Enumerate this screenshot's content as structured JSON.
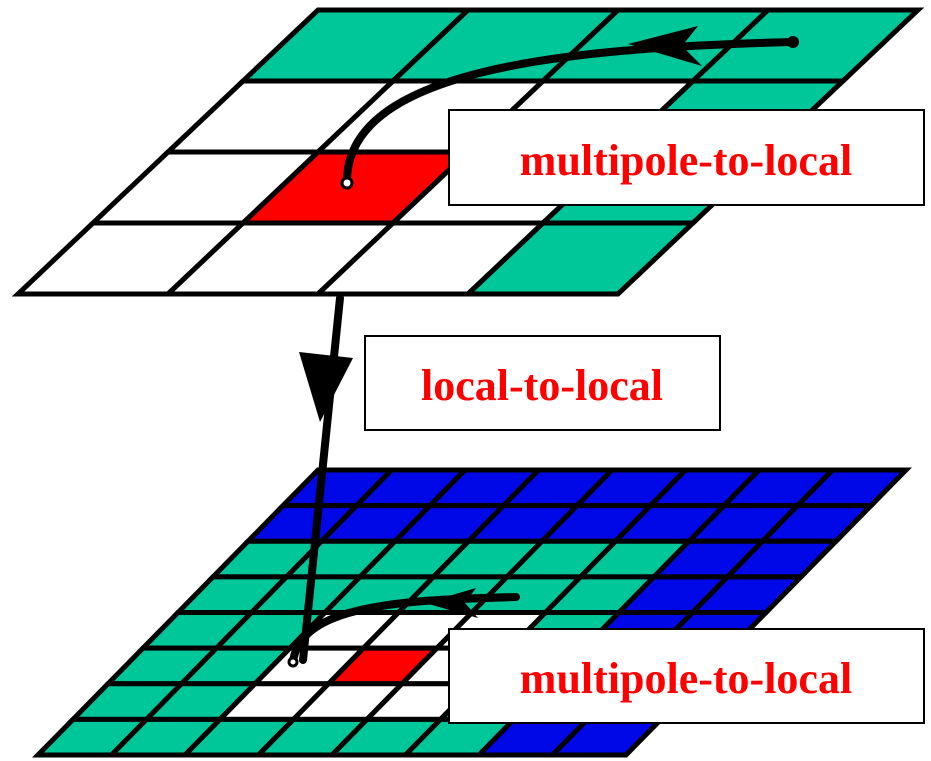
{
  "colors": {
    "teal": "#00c79a",
    "blue": "#0008e8",
    "red": "#ff0000",
    "white": "#ffffff",
    "outline": "#000000",
    "label_text": "#ff0000"
  },
  "labels": {
    "top_m2l": "multipole-to-local",
    "l2l": "local-to-local",
    "bottom_m2l": "multipole-to-local"
  },
  "top_grid": {
    "rows": 4,
    "cols": 4,
    "cells": [
      [
        "teal",
        "teal",
        "teal",
        "teal"
      ],
      [
        "white",
        "white",
        "white",
        "teal"
      ],
      [
        "white",
        "red",
        "white",
        "teal"
      ],
      [
        "white",
        "white",
        "white",
        "teal"
      ]
    ]
  },
  "bottom_grid": {
    "rows": 8,
    "cols": 8,
    "cells": [
      [
        "blue",
        "blue",
        "blue",
        "blue",
        "blue",
        "blue",
        "blue",
        "blue"
      ],
      [
        "blue",
        "blue",
        "blue",
        "blue",
        "blue",
        "blue",
        "blue",
        "blue"
      ],
      [
        "teal",
        "teal",
        "teal",
        "teal",
        "teal",
        "teal",
        "blue",
        "blue"
      ],
      [
        "teal",
        "teal",
        "teal",
        "teal",
        "teal",
        "teal",
        "blue",
        "blue"
      ],
      [
        "teal",
        "teal",
        "white",
        "white",
        "white",
        "teal",
        "blue",
        "blue"
      ],
      [
        "teal",
        "teal",
        "white",
        "red",
        "white",
        "teal",
        "blue",
        "blue"
      ],
      [
        "teal",
        "teal",
        "white",
        "white",
        "white",
        "teal",
        "blue",
        "blue"
      ],
      [
        "teal",
        "teal",
        "teal",
        "teal",
        "teal",
        "teal",
        "blue",
        "blue"
      ]
    ]
  }
}
